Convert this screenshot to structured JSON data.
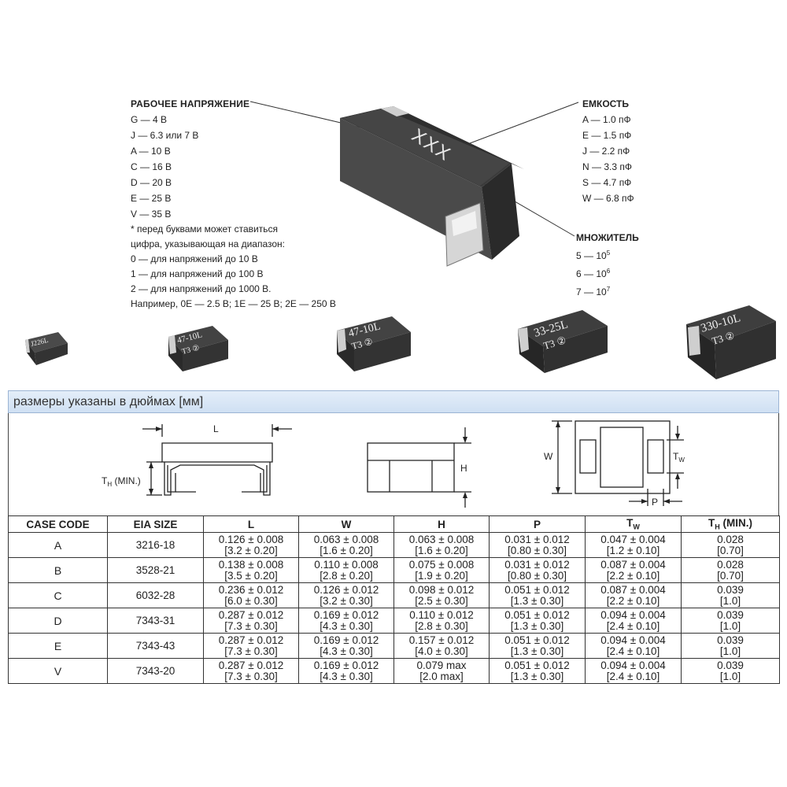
{
  "marking": {
    "voltage_header": "РАБОЧЕЕ НАПРЯЖЕНИЕ",
    "voltage_items": [
      "G — 4 В",
      "J — 6.3 или 7 В",
      "A — 10 В",
      "C — 16 В",
      "D — 20 В",
      "E — 25 В",
      "V — 35 В"
    ],
    "voltage_notes": [
      "* перед буквами может ставиться",
      "цифра, указывающая на диапазон:",
      "0 — для напряжений до 10 В",
      "1 — для напряжений до 100 В",
      "2 — для напряжений до 1000 В.",
      "Например, 0E — 2.5 В; 1E — 25 В; 2E — 250 В"
    ],
    "capacitance_header": "ЕМКОСТЬ",
    "capacitance_items": [
      "A — 1.0 пФ",
      "E — 1.5 пФ",
      "J — 2.2 пФ",
      "N — 3.3 пФ",
      "S — 4.7 пФ",
      "W — 6.8 пФ"
    ],
    "multiplier_header": "МНОЖИТЕЛЬ",
    "multiplier_items": [
      {
        "label": "5 — 10",
        "exp": "5"
      },
      {
        "label": "6 — 10",
        "exp": "6"
      },
      {
        "label": "7 — 10",
        "exp": "7"
      }
    ],
    "chip_marking": "XXX"
  },
  "chips": [
    {
      "line1": "J226L",
      "line2": ""
    },
    {
      "line1": "47-10L",
      "line2": "T3 ②"
    },
    {
      "line1": "47-10L",
      "line2": "T3 ②"
    },
    {
      "line1": "33-25L",
      "line2": "T3 ②"
    },
    {
      "line1": "330-10L",
      "line2": "T3 ②"
    }
  ],
  "dims": {
    "banner": "размеры указаны в дюймах [мм]",
    "label_L": "L",
    "label_TH": "T",
    "label_TH_sub": "H",
    "label_TH_suffix": " (MIN.)",
    "label_H": "H",
    "label_W": "W",
    "label_TW": "T",
    "label_TW_sub": "W",
    "label_P": "P"
  },
  "table": {
    "headers": [
      "CASE CODE",
      "EIA SIZE",
      "L",
      "W",
      "H",
      "P",
      "T",
      "T"
    ],
    "header_subs": [
      "",
      "",
      "",
      "",
      "",
      "",
      "W",
      "H"
    ],
    "header_suffix": [
      "",
      "",
      "",
      "",
      "",
      "",
      "",
      " (MIN.)"
    ],
    "rows": [
      {
        "code": "A",
        "eia": "3216-18",
        "L": [
          "0.126 ± 0.008",
          "[3.2 ± 0.20]"
        ],
        "W": [
          "0.063 ± 0.008",
          "[1.6 ± 0.20]"
        ],
        "H": [
          "0.063 ± 0.008",
          "[1.6 ± 0.20]"
        ],
        "P": [
          "0.031 ± 0.012",
          "[0.80 ± 0.30]"
        ],
        "TW": [
          "0.047 ± 0.004",
          "[1.2 ± 0.10]"
        ],
        "TH": [
          "0.028",
          "[0.70]"
        ]
      },
      {
        "code": "B",
        "eia": "3528-21",
        "L": [
          "0.138 ± 0.008",
          "[3.5 ± 0.20]"
        ],
        "W": [
          "0.110 ± 0.008",
          "[2.8 ± 0.20]"
        ],
        "H": [
          "0.075 ± 0.008",
          "[1.9 ± 0.20]"
        ],
        "P": [
          "0.031 ± 0.012",
          "[0.80 ± 0.30]"
        ],
        "TW": [
          "0.087 ± 0.004",
          "[2.2 ± 0.10]"
        ],
        "TH": [
          "0.028",
          "[0.70]"
        ]
      },
      {
        "code": "C",
        "eia": "6032-28",
        "L": [
          "0.236 ± 0.012",
          "[6.0 ± 0.30]"
        ],
        "W": [
          "0.126 ± 0.012",
          "[3.2 ± 0.30]"
        ],
        "H": [
          "0.098 ± 0.012",
          "[2.5 ± 0.30]"
        ],
        "P": [
          "0.051 ± 0.012",
          "[1.3 ± 0.30]"
        ],
        "TW": [
          "0.087 ± 0.004",
          "[2.2 ± 0.10]"
        ],
        "TH": [
          "0.039",
          "[1.0]"
        ]
      },
      {
        "code": "D",
        "eia": "7343-31",
        "L": [
          "0.287 ± 0.012",
          "[7.3 ± 0.30]"
        ],
        "W": [
          "0.169 ± 0.012",
          "[4.3 ± 0.30]"
        ],
        "H": [
          "0.110 ± 0.012",
          "[2.8 ± 0.30]"
        ],
        "P": [
          "0.051 ± 0.012",
          "[1.3 ± 0.30]"
        ],
        "TW": [
          "0.094 ± 0.004",
          "[2.4 ± 0.10]"
        ],
        "TH": [
          "0.039",
          "[1.0]"
        ]
      },
      {
        "code": "E",
        "eia": "7343-43",
        "L": [
          "0.287 ± 0.012",
          "[7.3 ± 0.30]"
        ],
        "W": [
          "0.169 ± 0.012",
          "[4.3 ± 0.30]"
        ],
        "H": [
          "0.157 ± 0.012",
          "[4.0 ± 0.30]"
        ],
        "P": [
          "0.051 ± 0.012",
          "[1.3 ± 0.30]"
        ],
        "TW": [
          "0.094 ± 0.004",
          "[2.4 ± 0.10]"
        ],
        "TH": [
          "0.039",
          "[1.0]"
        ]
      },
      {
        "code": "V",
        "eia": "7343-20",
        "L": [
          "0.287 ± 0.012",
          "[7.3 ± 0.30]"
        ],
        "W": [
          "0.169 ± 0.012",
          "[4.3 ± 0.30]"
        ],
        "H": [
          "0.079 max",
          "[2.0 max]"
        ],
        "P": [
          "0.051 ± 0.012",
          "[1.3 ± 0.30]"
        ],
        "TW": [
          "0.094 ± 0.004",
          "[2.4 ± 0.10]"
        ],
        "TH": [
          "0.039",
          "[1.0]"
        ]
      }
    ]
  }
}
